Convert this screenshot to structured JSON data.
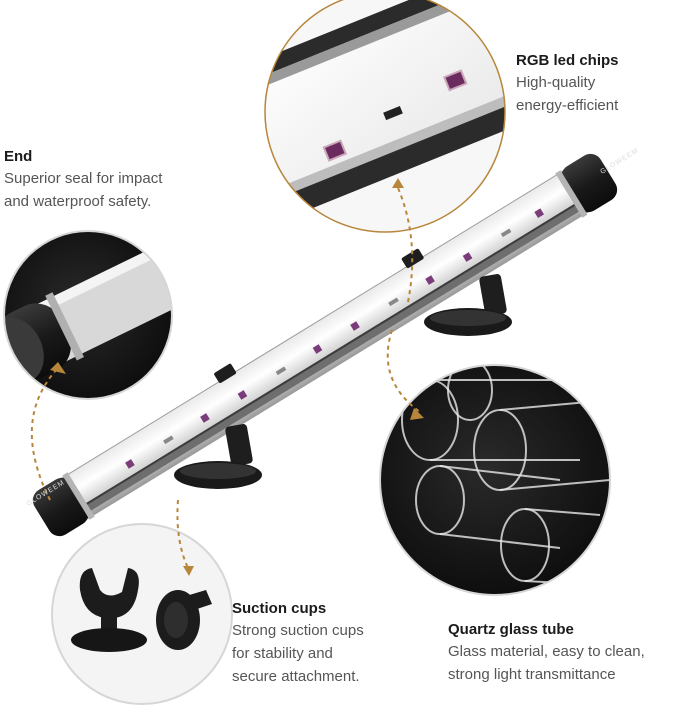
{
  "features": {
    "rgb": {
      "title": "RGB led chips",
      "line1": "High-quality",
      "line2": "energy-efficient"
    },
    "end": {
      "title": "End",
      "line1": "Superior seal for impact",
      "line2": "and waterproof safety."
    },
    "suction": {
      "title": "Suction cups",
      "line1": "Strong suction cups",
      "line2": "for stability and",
      "line3": "secure attachment."
    },
    "quartz": {
      "title": "Quartz glass tube",
      "line1": "Glass material, easy to clean,",
      "line2": "strong light transmittance"
    }
  },
  "brand_mark": "GLOWEEM",
  "colors": {
    "accent_gold": "#b8863b",
    "cap_black": "#1c1c1c",
    "led_purple": "#7a3d7a"
  }
}
